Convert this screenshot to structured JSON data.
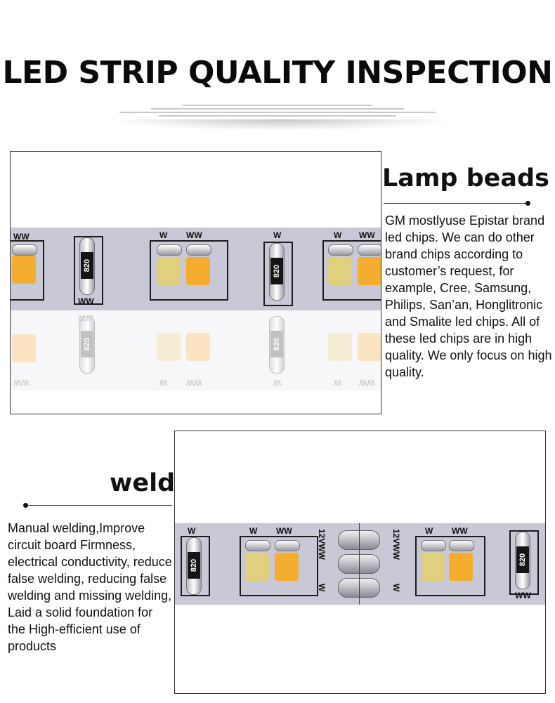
{
  "header": {
    "title": "LED STRIP QUALITY INSPECTION"
  },
  "lamp_beads": {
    "heading": "Lamp beads",
    "body": "GM mostlyuse Epistar brand led chips. We can do other brand chips according to customer’s request, for example, Cree, Samsung, Philips, San’an, Honglitronic and Smalite led chips. All of these led chips are in high quality. We only focus on high quality.",
    "strip_labels": {
      "ww": "WW",
      "w": "W",
      "resistor": "820"
    }
  },
  "weld": {
    "heading": "weld",
    "body": "Manual welding,Improve circuit board Firmness, electrical conductivity, reduce false welding, reducing false welding and missing welding, Laid a solid foundation for the High-efficient use of products",
    "strip_labels": {
      "ww": "WW",
      "w": "W",
      "resistor": "820",
      "voltage": "12VWW",
      "pad_w": "W"
    }
  },
  "colors": {
    "strip": "#c8c8d6",
    "chip_warm": "#f5ad2f",
    "chip_white": "#e1d07f",
    "text": "#111111"
  }
}
